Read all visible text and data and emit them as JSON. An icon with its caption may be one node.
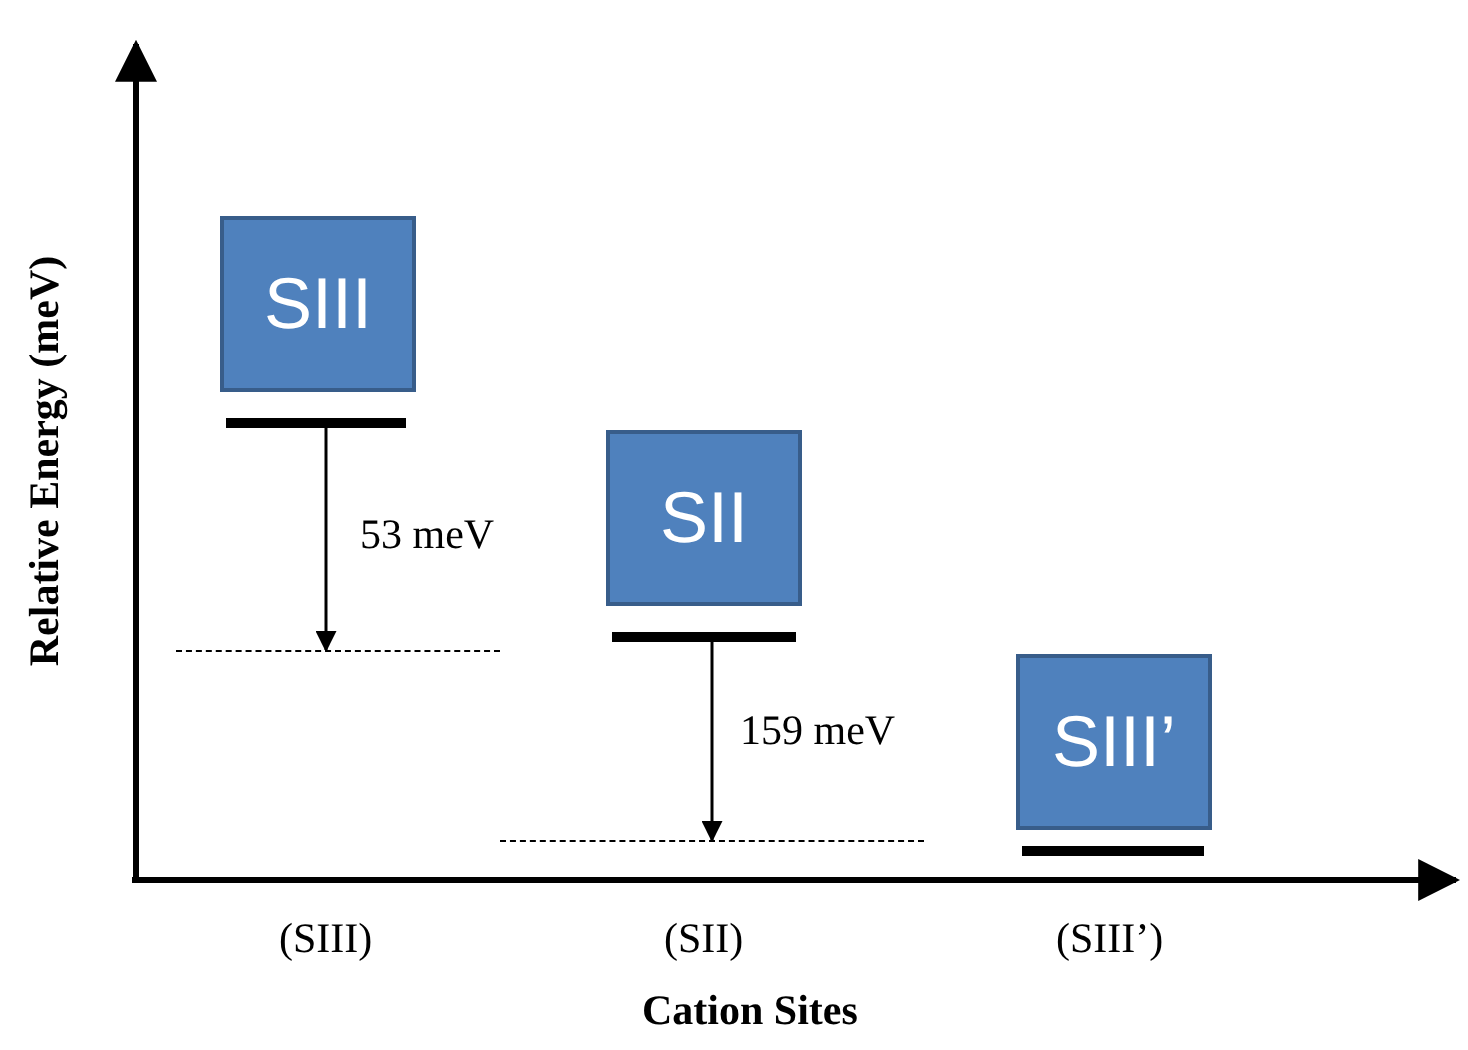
{
  "diagram": {
    "nodes": [
      {
        "text": [
          "SIII"
        ]
      },
      {
        "text": [
          "SII"
        ]
      },
      {
        "text": [
          "SIII’"
        ]
      },
      {
        "text": [],
        "shape": "bar"
      },
      {
        "text": [],
        "shape": "bar"
      },
      {
        "text": [],
        "shape": "bar"
      },
      {
        "text": [],
        "shape": "line"
      },
      {
        "text": [],
        "shape": "line"
      }
    ],
    "edges": [
      {
        "from": 3,
        "to": 6,
        "arrow": "to",
        "label": "53 meV"
      },
      {
        "from": 4,
        "to": 7,
        "arrow": "to",
        "label": "159 meV"
      }
    ],
    "labels": [
      "Relative Energy (meV)",
      "(SIII)",
      "(SII)",
      "(SIII’)",
      "Cation Sites"
    ]
  }
}
